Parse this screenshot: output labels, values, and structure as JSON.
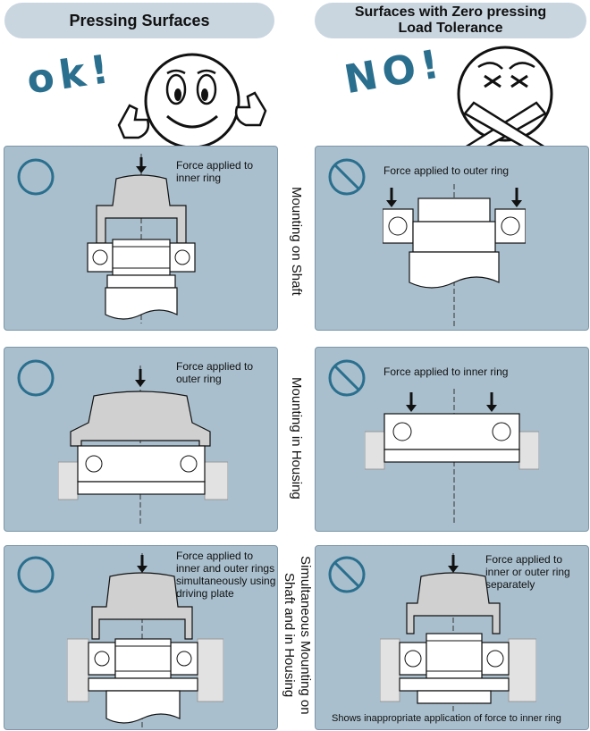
{
  "headers": {
    "left": "Pressing Surfaces",
    "right_line1": "Surfaces with Zero pressing",
    "right_line2": "Load Tolerance"
  },
  "handwriting": {
    "ok": "ok!",
    "no": "NO!"
  },
  "row_labels": {
    "shaft": "Mounting on Shaft",
    "housing": "Mounting in Housing",
    "both_line1": "Simultaneous Mounting on",
    "both_line2": "Shaft and in Housing"
  },
  "panels": {
    "ok_shaft": {
      "l1": "Force applied to",
      "l2": "inner ring"
    },
    "ok_housing": {
      "l1": "Force applied to",
      "l2": "outer ring"
    },
    "ok_both": {
      "l1": "Force applied to",
      "l2": "inner and outer rings",
      "l3": "simultaneously using",
      "l4": "driving plate"
    },
    "no_shaft": {
      "l1": "Force applied to outer ring"
    },
    "no_housing": {
      "l1": "Force applied to inner ring"
    },
    "no_both": {
      "l1": "Force applied to",
      "l2": "inner or outer ring",
      "l3": "separately",
      "note": "Shows inappropriate application of force to inner ring"
    }
  },
  "icons": {
    "ok": "circle-ok-icon",
    "no": "prohibited-icon"
  },
  "colors": {
    "header_bg": "#c9d6e0",
    "panel_bg": "#a9bfcd",
    "accent": "#2a6f8e",
    "part_fill": "#d0d0d0",
    "housing_fill": "#e2e2e2"
  }
}
